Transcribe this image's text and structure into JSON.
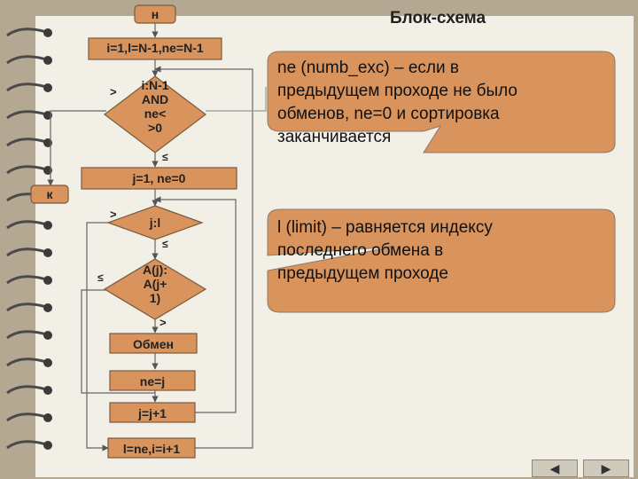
{
  "title": "Блок-схема",
  "flow": {
    "start": "н",
    "end": "к",
    "init": "i=1,l=N-1,ne=N-1",
    "cond1": [
      "i:N-1",
      "AND",
      "ne<",
      ">0"
    ],
    "cond1_gt": ">",
    "cond1_le": "≤",
    "init_inner": "j=1, ne=0",
    "cond2": "j:l",
    "cond2_gt": ">",
    "cond2_le": "≤",
    "cond3": [
      "A(j):",
      "A(j+",
      "1)"
    ],
    "cond3_le": "≤",
    "cond3_gt": ">",
    "swap": "Обмен",
    "assign_ne": "ne=j",
    "inc_j": "j=j+1",
    "final": "l=ne,i=i+1"
  },
  "callouts": {
    "ne_lines": [
      "ne (numb_exc) – если в",
      "предыдущем проходе не было",
      "обменов, ne=0 и сортировка",
      "заканчивается"
    ],
    "l_lines": [
      "l (limit) – равняется индексу",
      "последнего обмена в",
      "предыдущем проходе"
    ]
  },
  "nav": {
    "prev_icon": "triangle-left-icon",
    "next_icon": "triangle-right-icon"
  },
  "colors": {
    "block": "#d9935c",
    "block_border": "#7a5a3c",
    "callout": "#d9935c",
    "background": "#b5a893",
    "paper": "#f2efe7"
  }
}
